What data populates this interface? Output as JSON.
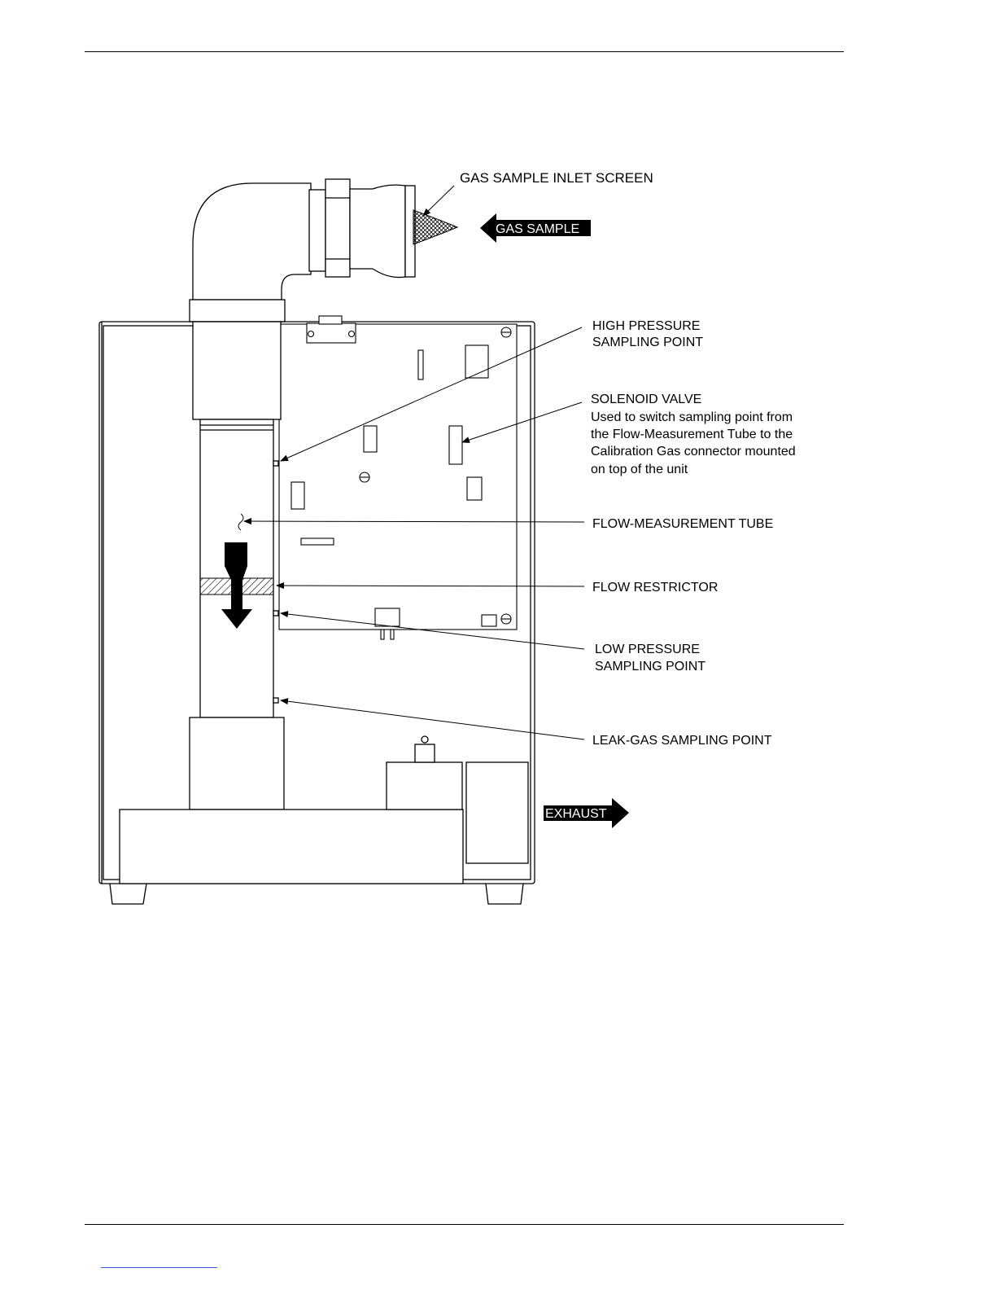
{
  "labels": {
    "inlet_screen": "GAS SAMPLE INLET SCREEN",
    "gas_sample": "GAS SAMPLE",
    "high_pressure_1": "HIGH PRESSURE",
    "high_pressure_2": "SAMPLING POINT",
    "solenoid_title": "SOLENOID VALVE",
    "solenoid_desc_1": "Used to switch sampling point from",
    "solenoid_desc_2": "the Flow-Measurement Tube to the",
    "solenoid_desc_3": "Calibration Gas connector mounted",
    "solenoid_desc_4": "on top of the unit",
    "flow_tube": "FLOW-MEASUREMENT TUBE",
    "flow_restrictor": "FLOW RESTRICTOR",
    "low_pressure_1": "LOW PRESSURE",
    "low_pressure_2": "SAMPLING POINT",
    "leak_gas": "LEAK-GAS SAMPLING POINT",
    "exhaust": "EXHAUST"
  },
  "colors": {
    "line": "#000000",
    "tag_bg": "#000000",
    "tag_text": "#ffffff",
    "footer_link": "#3b4fd8"
  }
}
